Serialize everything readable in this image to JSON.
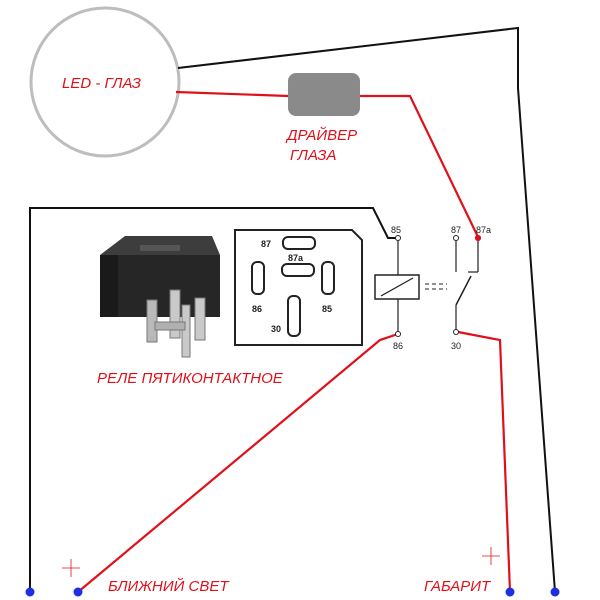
{
  "labels": {
    "led_eye": "LED - ГЛАЗ",
    "driver_line1": "ДРАЙВЕР",
    "driver_line2": "ГЛАЗА",
    "relay_caption": "РЕЛЕ ПЯТИКОНТАКТНОЕ",
    "low_beam": "БЛИЖНИЙ СВЕТ",
    "parking_light": "ГАБАРИТ"
  },
  "pinout_labels": {
    "p87": "87",
    "p87a": "87a",
    "p86": "86",
    "p85": "85",
    "p30": "30"
  },
  "schematic_labels": {
    "s85": "85",
    "s86": "86",
    "s87": "87",
    "s87a": "87a",
    "s30": "30"
  },
  "colors": {
    "wire_red": "#e0101a",
    "wire_black": "#111111",
    "terminal_blue": "#1e2fe0",
    "led_ring": "#bdbdbd",
    "driver_box": "#8a8a8a"
  },
  "icons": [
    "led-circle",
    "driver-module",
    "relay-photo",
    "relay-pinout",
    "relay-schematic",
    "crosshair-marker"
  ]
}
